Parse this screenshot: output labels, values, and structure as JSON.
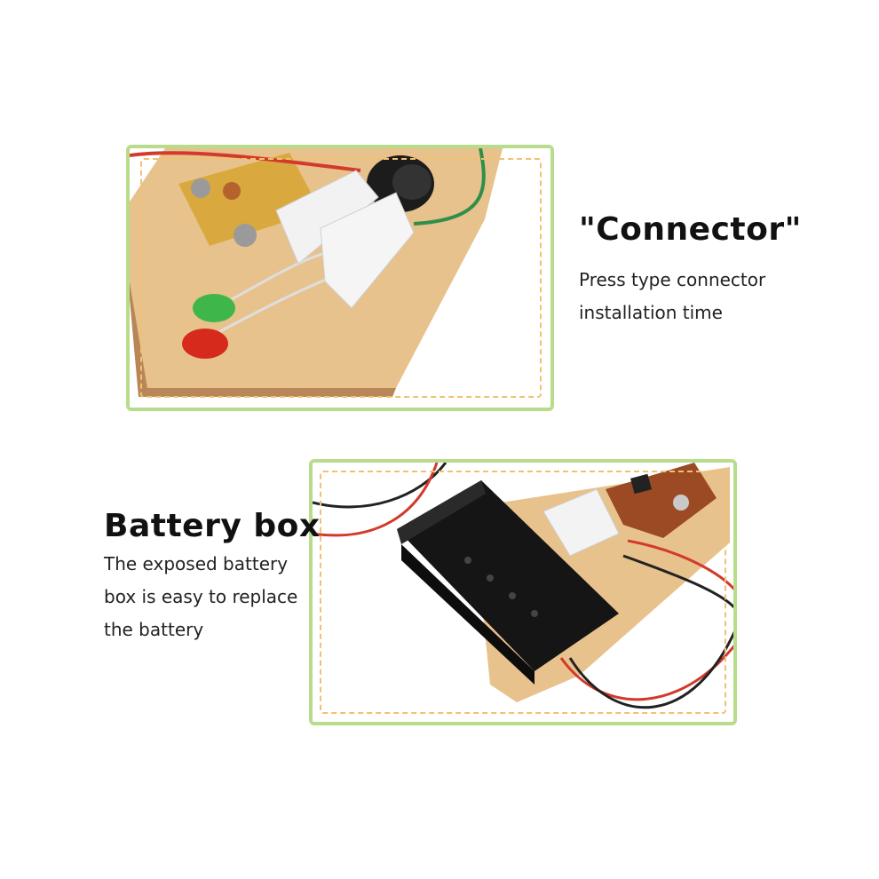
{
  "sections": {
    "connector": {
      "title": "\"Connector\"",
      "desc_line1": "Press type connector",
      "desc_line2": "installation time"
    },
    "battery": {
      "title": "Battery box",
      "desc_line1": "The exposed battery",
      "desc_line2": "box is easy to replace",
      "desc_line3": "the battery"
    }
  },
  "colors": {
    "frame_border": "#b9dc8c",
    "dashed_inner": "#f2c071",
    "wood": "#e9c48f"
  }
}
